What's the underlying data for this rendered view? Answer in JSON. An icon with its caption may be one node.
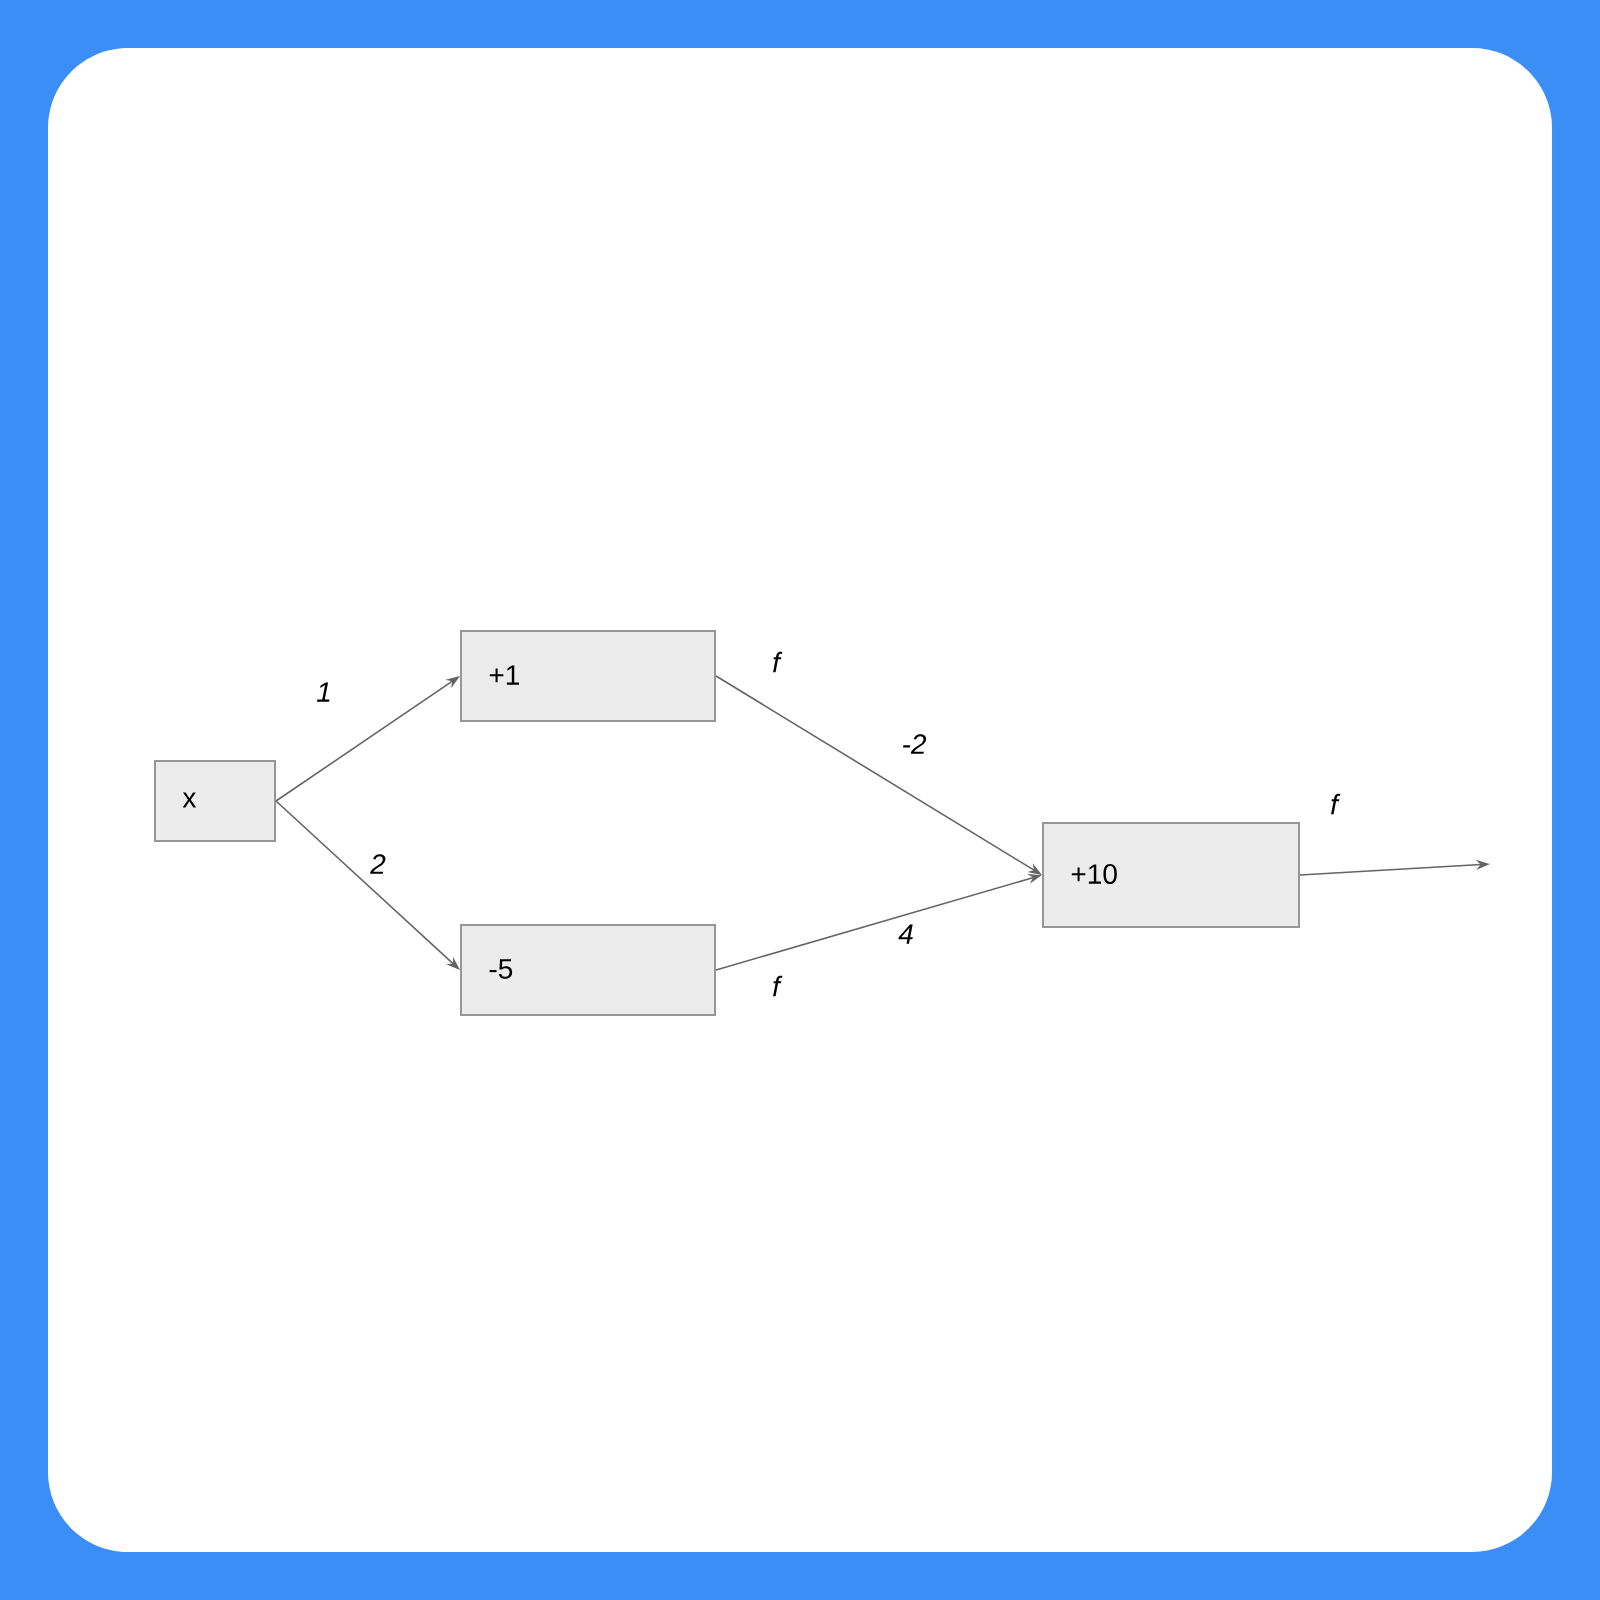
{
  "diagram": {
    "nodes": [
      {
        "text": [
          "x"
        ]
      },
      {
        "text": [
          "+1"
        ],
        "beside": [
          "f"
        ]
      },
      {
        "text": [
          "-5"
        ],
        "beside": [
          "f"
        ]
      },
      {
        "text": [
          "+10"
        ]
      }
    ],
    "edges": [
      {
        "from": 0,
        "to": 1,
        "arrow": "to",
        "label": "1"
      },
      {
        "from": 0,
        "to": 2,
        "arrow": "to",
        "label": "2"
      },
      {
        "from": 1,
        "to": 3,
        "arrow": "to",
        "label": "-2"
      },
      {
        "from": 2,
        "to": 3,
        "arrow": "to",
        "label": "4"
      },
      {
        "from": 3,
        "to": null,
        "arrow": "to",
        "label": "f"
      }
    ]
  }
}
